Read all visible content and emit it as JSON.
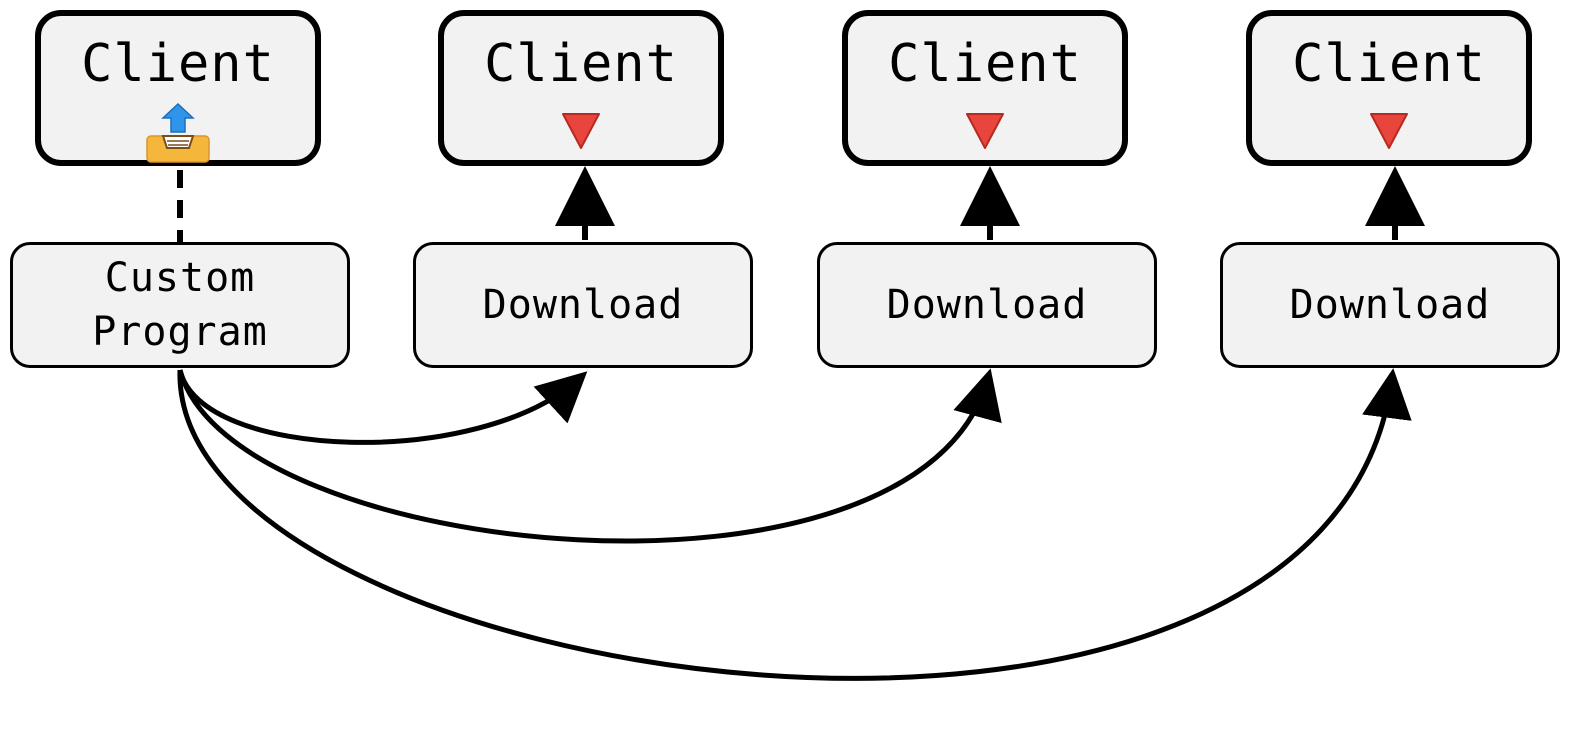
{
  "clients": [
    {
      "label": "Client",
      "icon": "upload-tray-icon"
    },
    {
      "label": "Client",
      "icon": "red-down-triangle-icon"
    },
    {
      "label": "Client",
      "icon": "red-down-triangle-icon"
    },
    {
      "label": "Client",
      "icon": "red-down-triangle-icon"
    }
  ],
  "processes": [
    {
      "label": "Custom\nProgram"
    },
    {
      "label": "Download"
    },
    {
      "label": "Download"
    },
    {
      "label": "Download"
    }
  ],
  "colors": {
    "box_fill": "#f2f2f2",
    "stroke": "#000000",
    "download_icon": "#e8453c",
    "upload_arrow": "#2f95e8",
    "upload_tray": "#f5b73b"
  }
}
